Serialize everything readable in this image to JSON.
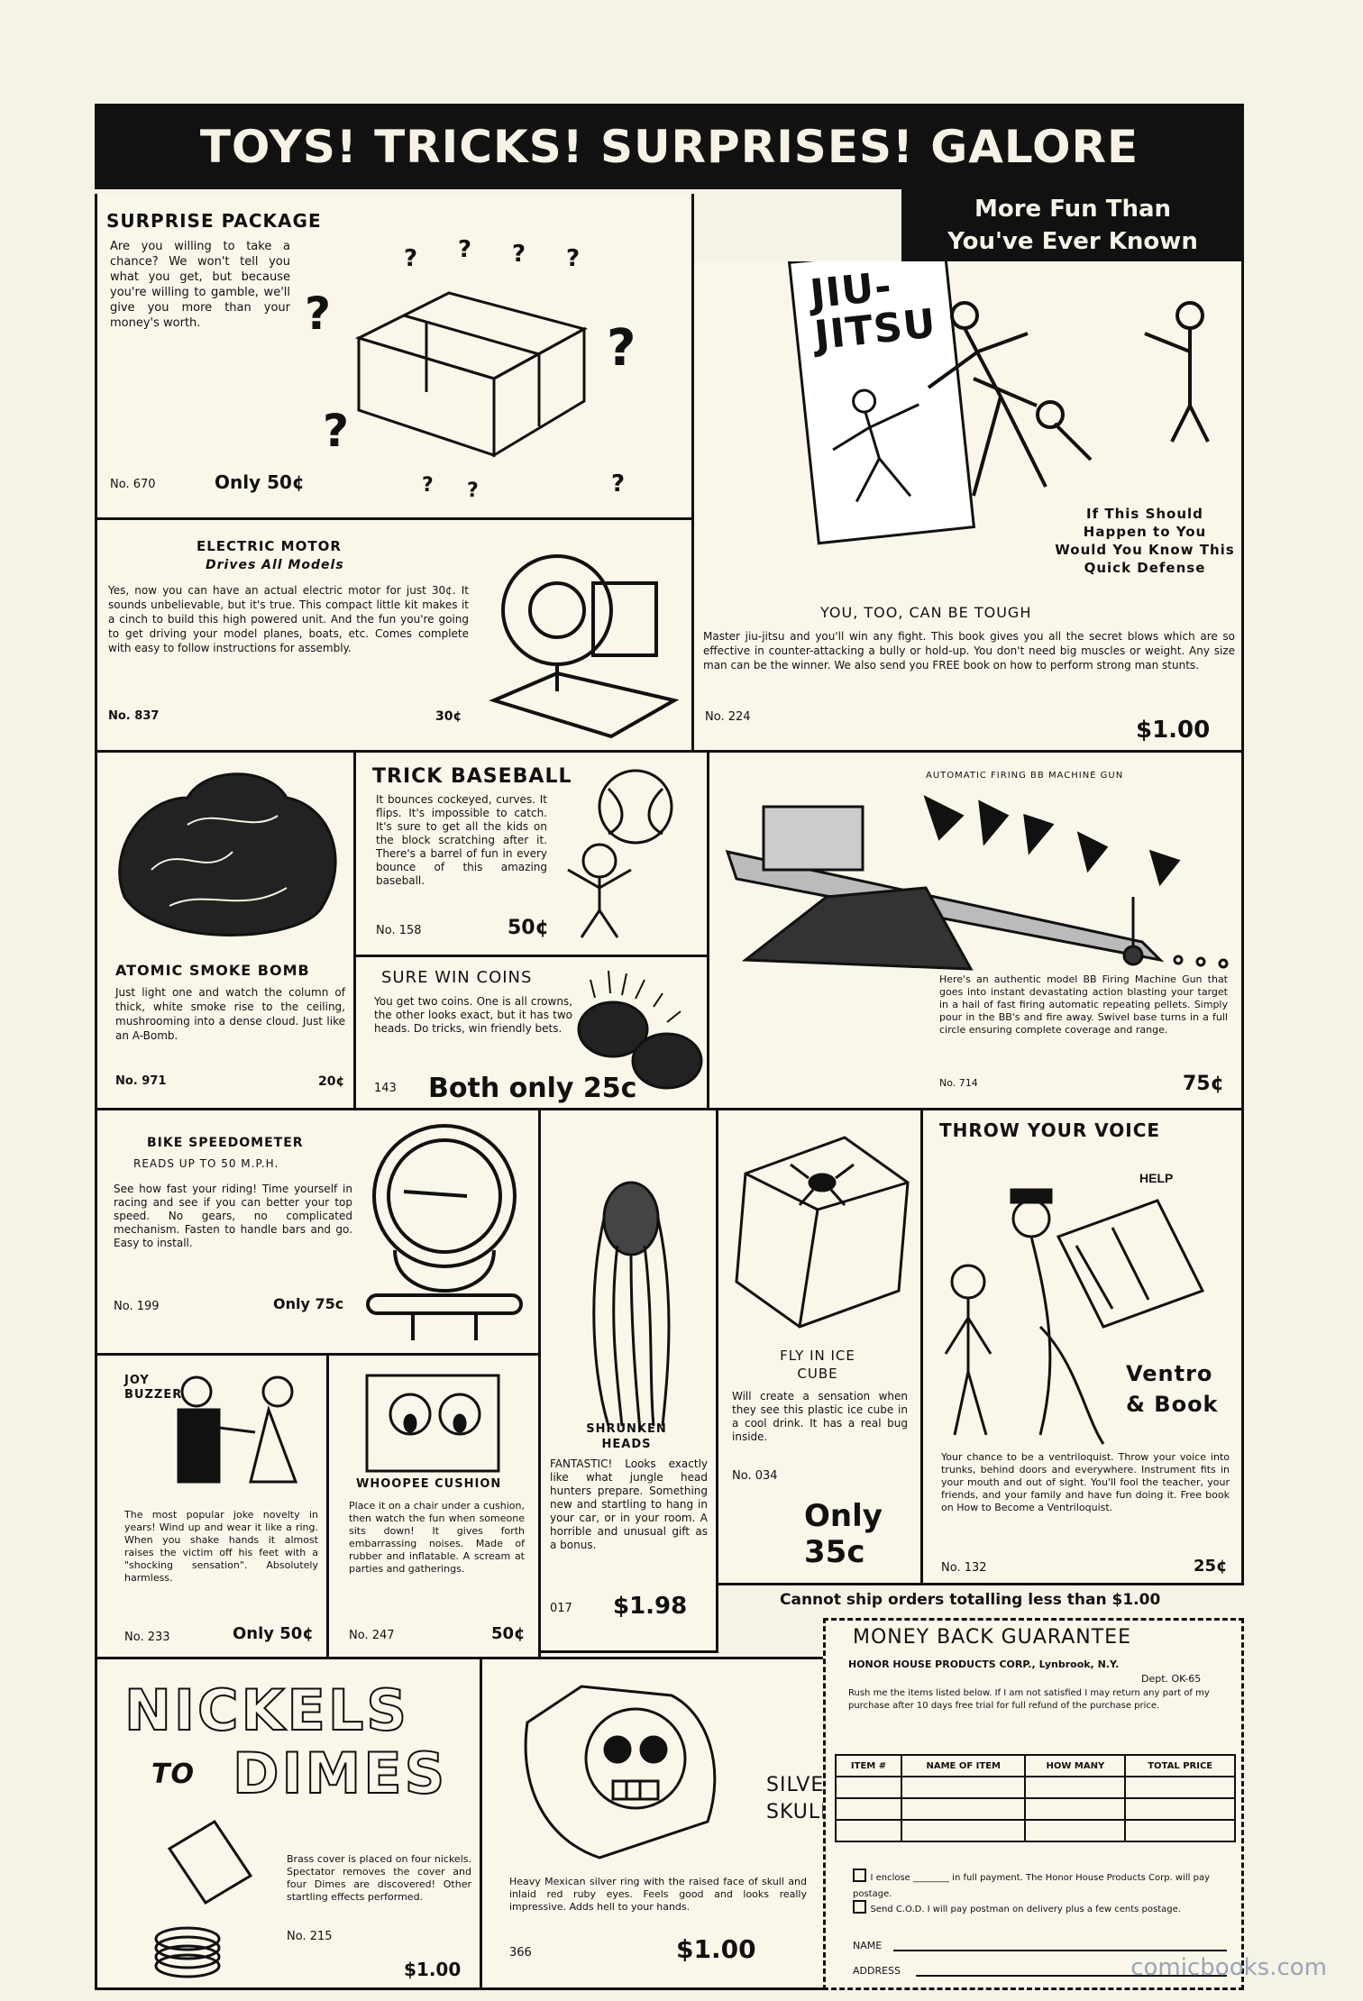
{
  "banner": {
    "title": "TOYS! TRICKS! SURPRISES! GALORE",
    "sub_1": "More Fun Than",
    "sub_2": "You've Ever Known"
  },
  "surprise": {
    "title": "SURPRISE PACKAGE",
    "body": "Are you willing to take a chance? We won't tell you what you get, but because you're willing to gamble, we'll give you more than your money's worth.",
    "no": "No. 670",
    "price": "Only 50¢"
  },
  "jiujitsu": {
    "book_title": "JIU-JITSU",
    "side_text": "If This Should Happen to You Would You Know This Quick Defense",
    "title": "YOU, TOO, CAN BE TOUGH",
    "body": "Master jiu-jitsu and you'll win any fight. This book gives you all the secret blows which are so effective in counter-attacking a bully or hold-up. You don't need big muscles or weight. Any size man can be the winner. We also send you FREE book on how to perform strong man stunts.",
    "no": "No. 224",
    "price": "$1.00"
  },
  "motor": {
    "title": "ELECTRIC MOTOR",
    "subtitle": "Drives All Models",
    "body": "Yes, now you can have an actual electric motor for just 30¢. It sounds unbelievable, but it's true. This compact little kit makes it a cinch to build this high powered unit. And the fun you're going to get driving your model planes, boats, etc. Comes complete with easy to follow instructions for assembly.",
    "no": "No. 837",
    "price": "30¢"
  },
  "smoke": {
    "title": "ATOMIC SMOKE BOMB",
    "body": "Just light one and watch the column of thick, white smoke rise to the ceiling, mushrooming into a dense cloud. Just like an A-Bomb.",
    "no": "No. 971",
    "price": "20¢"
  },
  "baseball": {
    "title": "TRICK BASEBALL",
    "body": "It bounces cockeyed, curves. It flips. It's impossible to catch. It's sure to get all the kids on the block scratching after it. There's a barrel of fun in every bounce of this amazing baseball.",
    "no": "No. 158",
    "price": "50¢"
  },
  "coins": {
    "title": "SURE WIN COINS",
    "body": "You get two coins. One is all crowns, the other looks exact, but it has two heads. Do tricks, win friendly bets.",
    "no": "143",
    "price": "Both only 25c"
  },
  "machinegun": {
    "title": "AUTOMATIC FIRING BB MACHINE GUN",
    "body": "Here's an authentic model BB Firing Machine Gun that goes into instant devastating action blasting your target in a hail of fast firing automatic repeating pellets. Simply pour in the BB's and fire away. Swivel base turns in a full circle ensuring complete coverage and range.",
    "no": "No. 714",
    "price": "75¢"
  },
  "speedo": {
    "title": "BIKE SPEEDOMETER",
    "subtitle": "READS UP TO 50 M.P.H.",
    "body": "See how fast your riding! Time yourself in racing and see if you can better your top speed. No gears, no complicated mechanism. Fasten to handle bars and go. Easy to install.",
    "no": "No. 199",
    "price": "Only 75c"
  },
  "shrunken": {
    "title": "SHRUNKEN HEADS",
    "body": "FANTASTIC! Looks exactly like what jungle head hunters prepare. Something new and startling to hang in your car, or in your room. A horrible and unusual gift as a bonus.",
    "no": "017",
    "price": "$1.98"
  },
  "flyice": {
    "title": "FLY IN ICE CUBE",
    "body": "Will create a sensation when they see this plastic ice cube in a cool drink. It has a real bug inside.",
    "no": "No. 034",
    "price": "Only 35c"
  },
  "voice": {
    "title": "THROW YOUR VOICE",
    "book_1": "Ventro",
    "book_2": "& Book",
    "body": "Your chance to be a ventriloquist. Throw your voice into trunks, behind doors and everywhere. Instrument fits in your mouth and out of sight. You'll fool the teacher, your friends, and your family and have fun doing it. Free book on How to Become a Ventriloquist.",
    "no": "No. 132",
    "price": "25¢"
  },
  "buzzer": {
    "title": "JOY BUZZER",
    "body": "The most popular joke novelty in years! Wind up and wear it like a ring. When you shake hands it almost raises the victim off his feet with a \"shocking sensation\". Absolutely harmless.",
    "no": "No. 233",
    "price": "Only 50¢"
  },
  "whoopee": {
    "title": "WHOOPEE CUSHION",
    "body": "Place it on a chair under a cushion, then watch the fun when someone sits down! It gives forth embarrassing noises. Made of rubber and inflatable. A scream at parties and gatherings.",
    "no": "No. 247",
    "price": "50¢"
  },
  "shipping_note": "Cannot ship orders totalling less than $1.00",
  "nickels": {
    "title_1": "NICKELS",
    "title_2": "TO",
    "title_3": "DIMES",
    "body": "Brass cover is placed on four nickels. Spectator removes the cover and four Dimes are discovered! Other startling effects performed.",
    "no": "No. 215",
    "price": "$1.00"
  },
  "skull": {
    "title": "SILVER SKULL RING",
    "body": "Heavy Mexican silver ring with the raised face of skull and inlaid red ruby eyes. Feels good and looks really impressive. Adds hell to your hands.",
    "no": "366",
    "price": "$1.00"
  },
  "guarantee": {
    "title": "MONEY BACK GUARANTEE",
    "company": "HONOR HOUSE PRODUCTS CORP., Lynbrook, N.Y.",
    "dept": "Dept. OK-65",
    "body": "Rush me the items listed below. If I am not satisfied I may return any part of my purchase after 10 days free trial for full refund of the purchase price.",
    "columns": [
      "ITEM #",
      "NAME OF ITEM",
      "HOW MANY",
      "TOTAL PRICE"
    ],
    "option_1": "I enclose ________ in full payment. The Honor House Products Corp. will pay postage.",
    "option_2": "Send C.O.D. I will pay postman on delivery plus a few cents postage.",
    "name_label": "NAME",
    "address_label": "ADDRESS"
  },
  "watermark": "comicbooks.com"
}
